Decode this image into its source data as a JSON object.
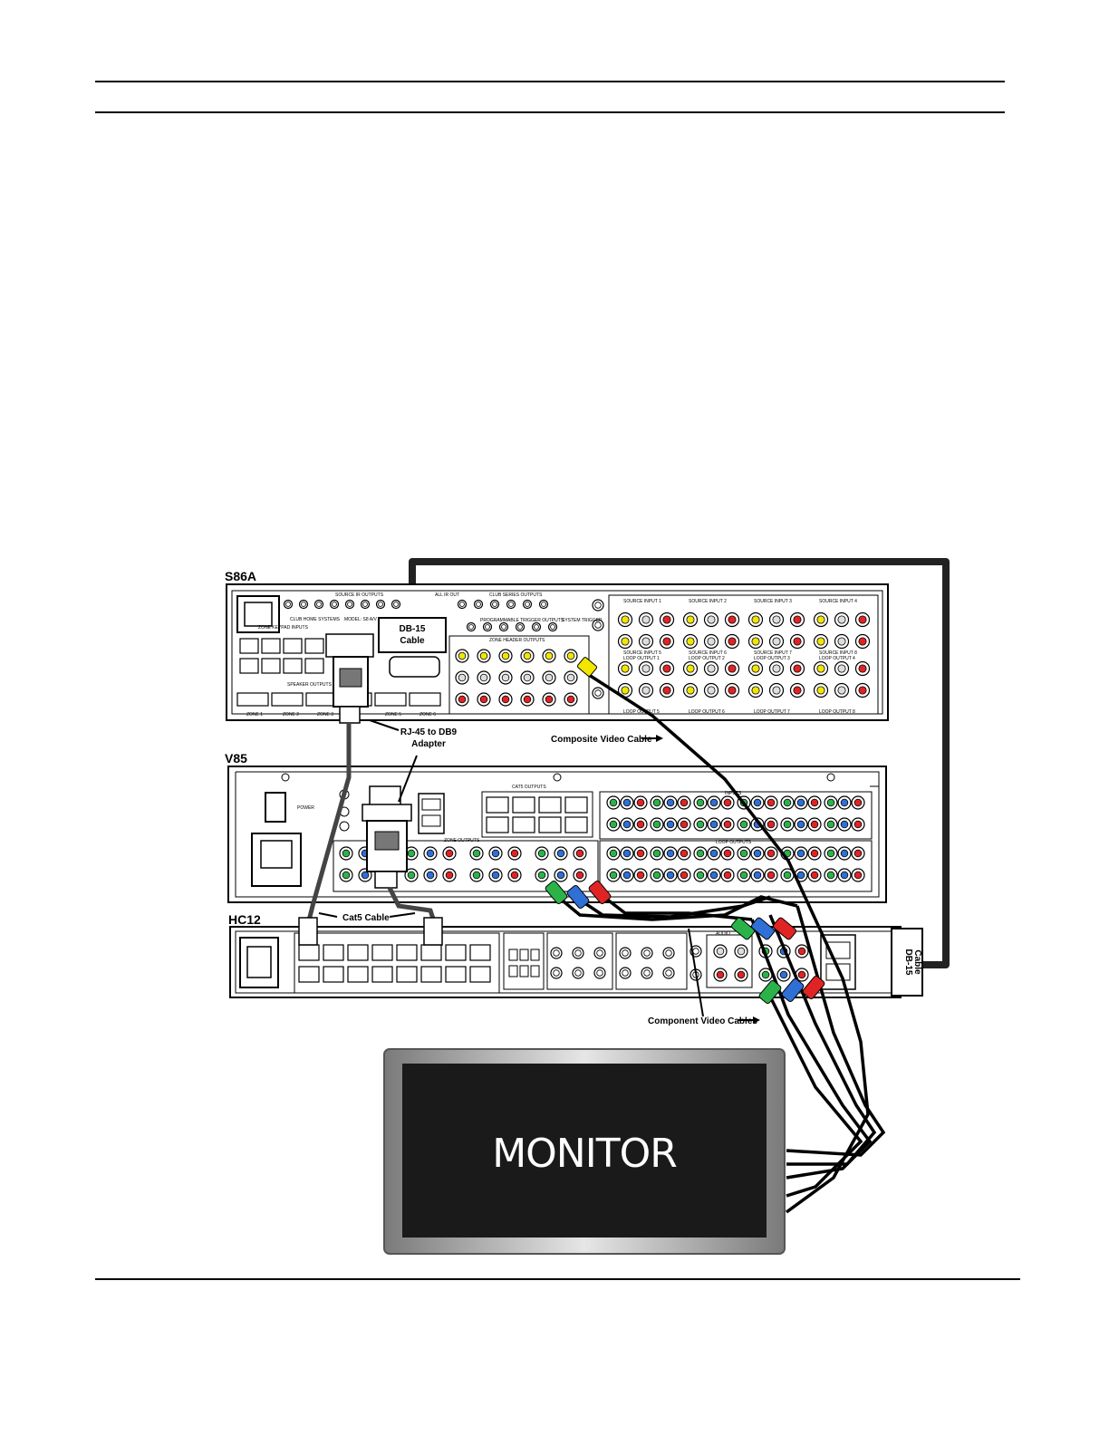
{
  "devices": {
    "s86a": {
      "name": "S86A",
      "header_labels": [
        "SOURCE IR OUTPUTS",
        "CLUB HOME SYSTEMS",
        "MODEL: S8 A/V",
        "ALL IR OUT",
        "CLUB SERIES OUTPUTS",
        "PROGRAMMABLE TRIGGER OUTPUTS",
        "SYSTEM TRIGGER"
      ],
      "zone_labels": [
        "ZONE 1",
        "ZONE 2",
        "ZONE 3",
        "ZONE 5",
        "ZONE 6"
      ],
      "zone_keypad_label": "ZONE KEYPAD INPUTS",
      "speaker_outputs_label": "SPEAKER OUTPUTS",
      "zone_header_label": "ZONE HEADER OUTPUTS",
      "source_inputs": [
        "SOURCE INPUT 1",
        "SOURCE INPUT 2",
        "SOURCE INPUT 3",
        "SOURCE INPUT 4"
      ],
      "source_inputs_lower": [
        "SOURCE INPUT 5",
        "SOURCE INPUT 6",
        "SOURCE INPUT 7",
        "SOURCE INPUT 8"
      ],
      "loop_outputs_top": [
        "LOOP OUTPUT 1",
        "LOOP OUTPUT 2",
        "LOOP OUTPUT 3",
        "LOOP OUTPUT 4"
      ],
      "loop_outputs_bottom": [
        "LOOP OUTPUT 5",
        "LOOP OUTPUT 6",
        "LOOP OUTPUT 7",
        "LOOP OUTPUT 8"
      ]
    },
    "v85": {
      "name": "V85",
      "power_label": "POWER",
      "cat5_outputs_label": "CAT5 OUTPUTS",
      "zone_outputs_label": "ZONE OUTPUTS",
      "inputs_label": "INPUTS",
      "loop_outputs_label": "LOOP OUTPUTS"
    },
    "hc12": {
      "name": "HC12",
      "audio_label": "AUDIO"
    }
  },
  "callouts": {
    "db15_top": "DB-15\nCable",
    "db15_side": "DB-15\nCable",
    "adapter": "RJ-45 to DB9\nAdapter",
    "composite": "Composite Video Cable",
    "cat5": "Cat5 Cable",
    "component": "Component Video Cables"
  },
  "monitor": {
    "label": "MONITOR"
  },
  "colors": {
    "green_plug": "#2bb34a",
    "blue_plug": "#2f6fd6",
    "red_plug": "#e02424",
    "yellow_plug": "#f2e600",
    "chassis": "#ffffff",
    "line": "#000000",
    "monitor_bezel": "#9a9a9a",
    "monitor_screen": "#1a1a1a"
  }
}
